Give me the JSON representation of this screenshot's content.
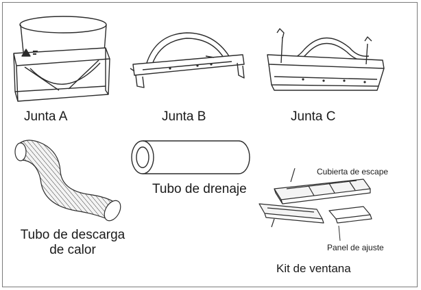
{
  "parts": {
    "junta_a": {
      "label": "Junta A"
    },
    "junta_b": {
      "label": "Junta B"
    },
    "junta_c": {
      "label": "Junta C"
    },
    "discharge_hose": {
      "label_line1": "Tubo de descarga",
      "label_line2": "de calor"
    },
    "drain_tube": {
      "label": "Tubo de drenaje"
    },
    "window_kit": {
      "label": "Kit de ventana",
      "callout_top": "Cubierta de escape",
      "callout_bottom": "Panel de ajuste"
    }
  },
  "colors": {
    "line": "#2b2b2b",
    "frame": "#7a7a7a"
  }
}
